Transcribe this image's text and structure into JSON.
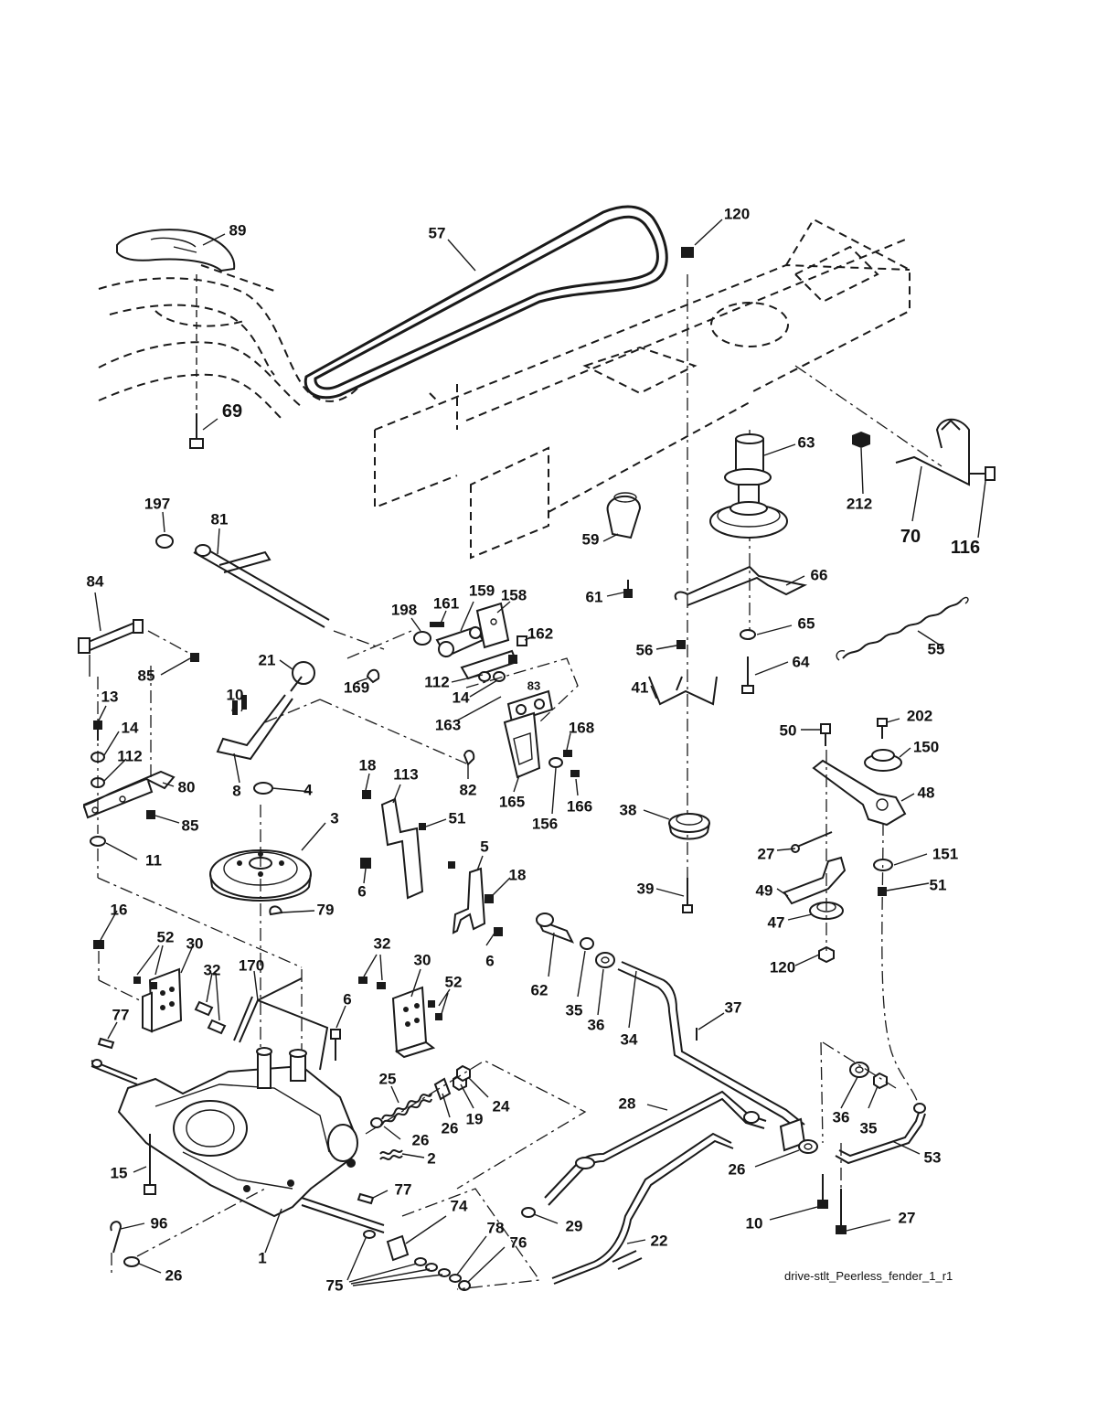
{
  "caption": "drive-stlt_Peerless_fender_1_r1",
  "callouts": [
    {
      "id": "c89",
      "label": "89"
    },
    {
      "id": "c57",
      "label": "57"
    },
    {
      "id": "c120a",
      "label": "120"
    },
    {
      "id": "c69",
      "label": "69"
    },
    {
      "id": "c63",
      "label": "63"
    },
    {
      "id": "c212",
      "label": "212"
    },
    {
      "id": "c70",
      "label": "70"
    },
    {
      "id": "c116",
      "label": "116"
    },
    {
      "id": "c197",
      "label": "197"
    },
    {
      "id": "c81",
      "label": "81"
    },
    {
      "id": "c59",
      "label": "59"
    },
    {
      "id": "c61",
      "label": "61"
    },
    {
      "id": "c66",
      "label": "66"
    },
    {
      "id": "c84",
      "label": "84"
    },
    {
      "id": "c198",
      "label": "198"
    },
    {
      "id": "c161",
      "label": "161"
    },
    {
      "id": "c159",
      "label": "159"
    },
    {
      "id": "c158",
      "label": "158"
    },
    {
      "id": "c162",
      "label": "162"
    },
    {
      "id": "c65",
      "label": "65"
    },
    {
      "id": "c55",
      "label": "55"
    },
    {
      "id": "c56",
      "label": "56"
    },
    {
      "id": "c64",
      "label": "64"
    },
    {
      "id": "c85a",
      "label": "85"
    },
    {
      "id": "c21",
      "label": "21"
    },
    {
      "id": "c169",
      "label": "169"
    },
    {
      "id": "c112a",
      "label": "112"
    },
    {
      "id": "c83",
      "label": "83"
    },
    {
      "id": "c14a",
      "label": "14"
    },
    {
      "id": "c41",
      "label": "41"
    },
    {
      "id": "c13",
      "label": "13"
    },
    {
      "id": "c10a",
      "label": "10"
    },
    {
      "id": "c163",
      "label": "163"
    },
    {
      "id": "c168",
      "label": "168"
    },
    {
      "id": "c50",
      "label": "50"
    },
    {
      "id": "c202",
      "label": "202"
    },
    {
      "id": "c14b",
      "label": "14"
    },
    {
      "id": "c112b",
      "label": "112"
    },
    {
      "id": "c150",
      "label": "150"
    },
    {
      "id": "c18a",
      "label": "18"
    },
    {
      "id": "c113",
      "label": "113"
    },
    {
      "id": "c82",
      "label": "82"
    },
    {
      "id": "c8",
      "label": "8"
    },
    {
      "id": "c80",
      "label": "80"
    },
    {
      "id": "c4",
      "label": "4"
    },
    {
      "id": "c48",
      "label": "48"
    },
    {
      "id": "c165",
      "label": "165"
    },
    {
      "id": "c166",
      "label": "166"
    },
    {
      "id": "c85b",
      "label": "85"
    },
    {
      "id": "c3",
      "label": "3"
    },
    {
      "id": "c51a",
      "label": "51"
    },
    {
      "id": "c38",
      "label": "38"
    },
    {
      "id": "c156",
      "label": "156"
    },
    {
      "id": "c5",
      "label": "5"
    },
    {
      "id": "c27a",
      "label": "27"
    },
    {
      "id": "c151",
      "label": "151"
    },
    {
      "id": "c11",
      "label": "11"
    },
    {
      "id": "c18b",
      "label": "18"
    },
    {
      "id": "c6a",
      "label": "6"
    },
    {
      "id": "c49",
      "label": "49"
    },
    {
      "id": "c51b",
      "label": "51"
    },
    {
      "id": "c39",
      "label": "39"
    },
    {
      "id": "c16",
      "label": "16"
    },
    {
      "id": "c79",
      "label": "79"
    },
    {
      "id": "c47",
      "label": "47"
    },
    {
      "id": "c52a",
      "label": "52"
    },
    {
      "id": "c30a",
      "label": "30"
    },
    {
      "id": "c6b",
      "label": "6"
    },
    {
      "id": "c32a",
      "label": "32"
    },
    {
      "id": "c30b",
      "label": "30"
    },
    {
      "id": "c62",
      "label": "62"
    },
    {
      "id": "c120b",
      "label": "120"
    },
    {
      "id": "c170",
      "label": "170"
    },
    {
      "id": "c32b",
      "label": "32"
    },
    {
      "id": "c52b",
      "label": "52"
    },
    {
      "id": "c6c",
      "label": "6"
    },
    {
      "id": "c35a",
      "label": "35"
    },
    {
      "id": "c36a",
      "label": "36"
    },
    {
      "id": "c37",
      "label": "37"
    },
    {
      "id": "c77a",
      "label": "77"
    },
    {
      "id": "c34",
      "label": "34"
    },
    {
      "id": "c25",
      "label": "25"
    },
    {
      "id": "c24",
      "label": "24"
    },
    {
      "id": "c26a",
      "label": "26"
    },
    {
      "id": "c19",
      "label": "19"
    },
    {
      "id": "c28",
      "label": "28"
    },
    {
      "id": "c36b",
      "label": "36"
    },
    {
      "id": "c35b",
      "label": "35"
    },
    {
      "id": "c26b",
      "label": "26"
    },
    {
      "id": "c53",
      "label": "53"
    },
    {
      "id": "c2",
      "label": "2"
    },
    {
      "id": "c15",
      "label": "15"
    },
    {
      "id": "c26c",
      "label": "26"
    },
    {
      "id": "c77b",
      "label": "77"
    },
    {
      "id": "c10b",
      "label": "10"
    },
    {
      "id": "c27b",
      "label": "27"
    },
    {
      "id": "c74",
      "label": "74"
    },
    {
      "id": "c29",
      "label": "29"
    },
    {
      "id": "c96",
      "label": "96"
    },
    {
      "id": "c22",
      "label": "22"
    },
    {
      "id": "c78",
      "label": "78"
    },
    {
      "id": "c76",
      "label": "76"
    },
    {
      "id": "c1",
      "label": "1"
    },
    {
      "id": "c26d",
      "label": "26"
    },
    {
      "id": "c75",
      "label": "75"
    }
  ]
}
